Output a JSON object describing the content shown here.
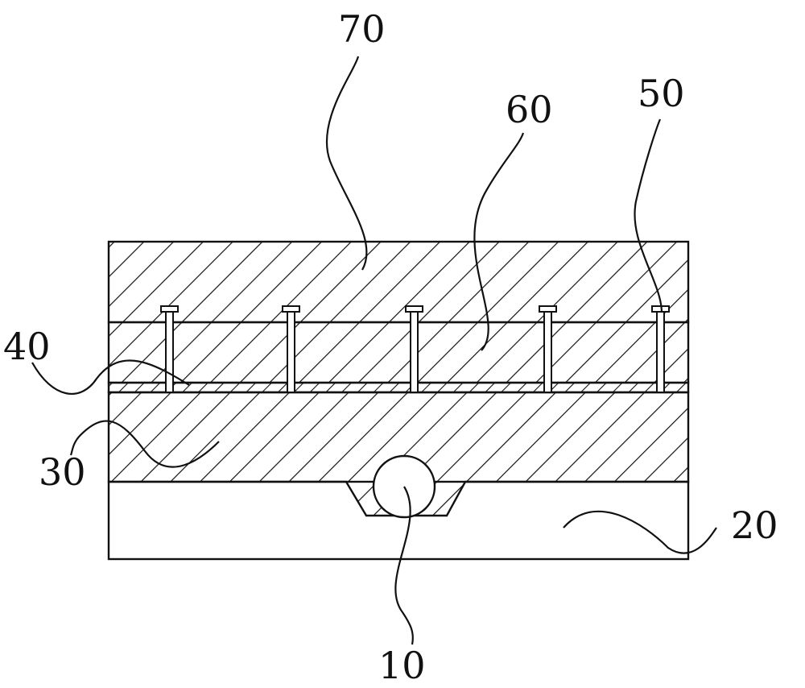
{
  "diagram": {
    "labels": {
      "ref_10": "10",
      "ref_20": "20",
      "ref_30": "30",
      "ref_40": "40",
      "ref_50": "50",
      "ref_60": "60",
      "ref_70": "70"
    },
    "style": {
      "line_color": "#111111",
      "background": "#ffffff"
    }
  }
}
